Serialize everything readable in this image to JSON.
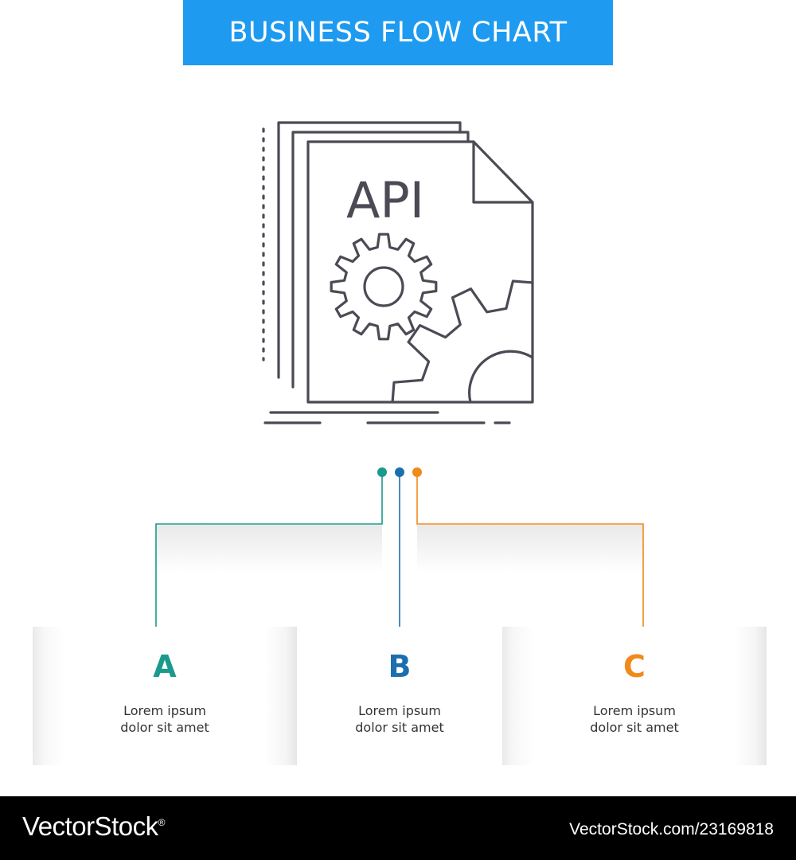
{
  "header": {
    "title": "BUSINESS FLOW CHART"
  },
  "icon": {
    "label": "API",
    "name": "api-gears-icon"
  },
  "steps": [
    {
      "letter": "A",
      "line1": "Lorem ipsum",
      "line2": "dolor sit amet",
      "color": "#1a9a8c"
    },
    {
      "letter": "B",
      "line1": "Lorem ipsum",
      "line2": "dolor sit amet",
      "color": "#1c6fae"
    },
    {
      "letter": "C",
      "line1": "Lorem ipsum",
      "line2": "dolor sit amet",
      "color": "#f08a1b"
    }
  ],
  "footer": {
    "brand": "VectorStock",
    "registered": "®",
    "url_id": "VectorStock.com/23169818"
  },
  "colors": {
    "banner": "#1e9bf0",
    "icon_stroke": "#4b4a55",
    "footer_bg": "#000000"
  }
}
